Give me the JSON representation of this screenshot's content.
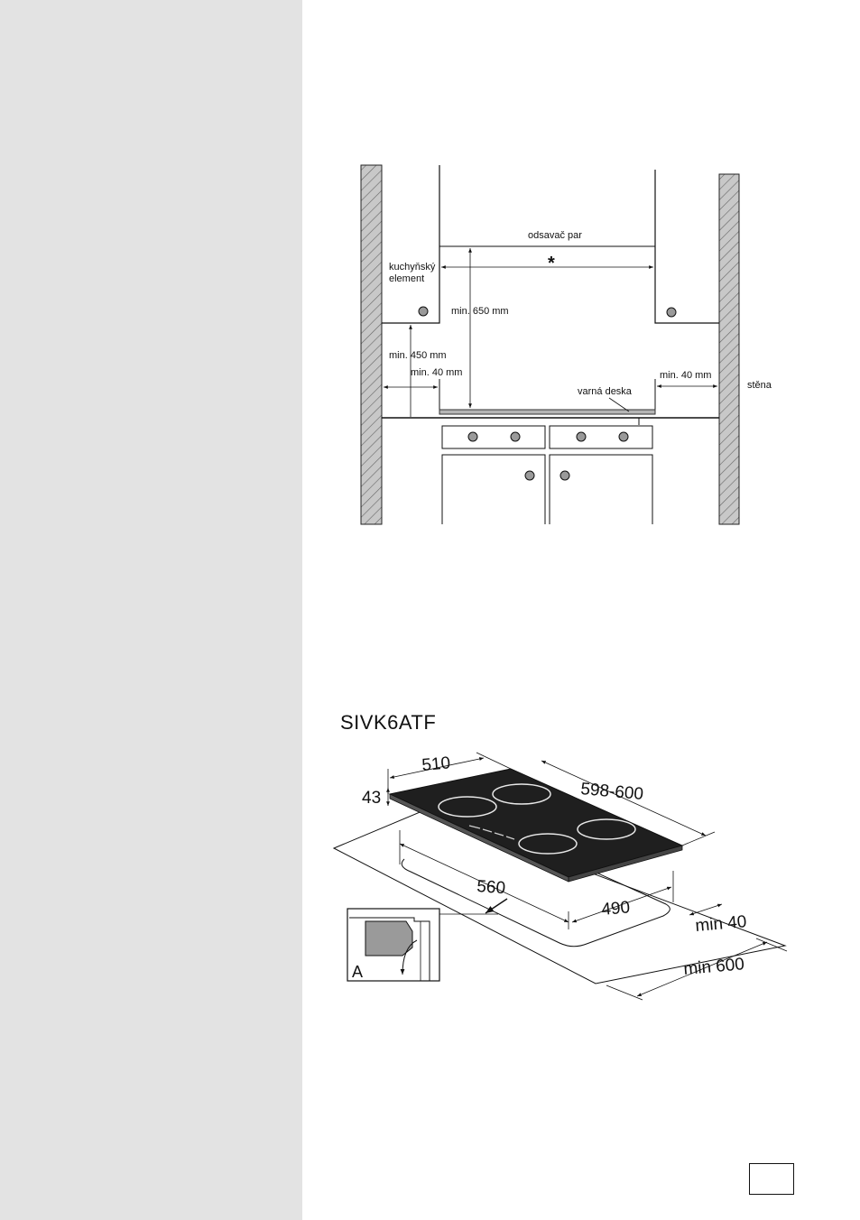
{
  "installation_diagram": {
    "labels": {
      "hood": "odsavač par",
      "asterisk": "*",
      "kitchen_element_line1": "kuchyňský",
      "kitchen_element_line2": "element",
      "min_650": "min. 650 mm",
      "min_450": "min. 450 mm",
      "min_40_left": "min. 40 mm",
      "min_40_right": "min. 40 mm",
      "hob": "varná deska",
      "wall": "stěna"
    }
  },
  "dimension_drawing": {
    "model": "SIVK6ATF",
    "dims": {
      "width": "510",
      "height": "43",
      "length": "598-600",
      "cutout_length": "560",
      "cutout_width": "490",
      "min_back": "min 40",
      "min_depth": "min 600",
      "detail": "A"
    }
  },
  "colors": {
    "sidebar": "#e3e3e3",
    "wall_fill": "#c8c8c8",
    "knob": "#9a9a9a",
    "hob_top": "#333333"
  }
}
